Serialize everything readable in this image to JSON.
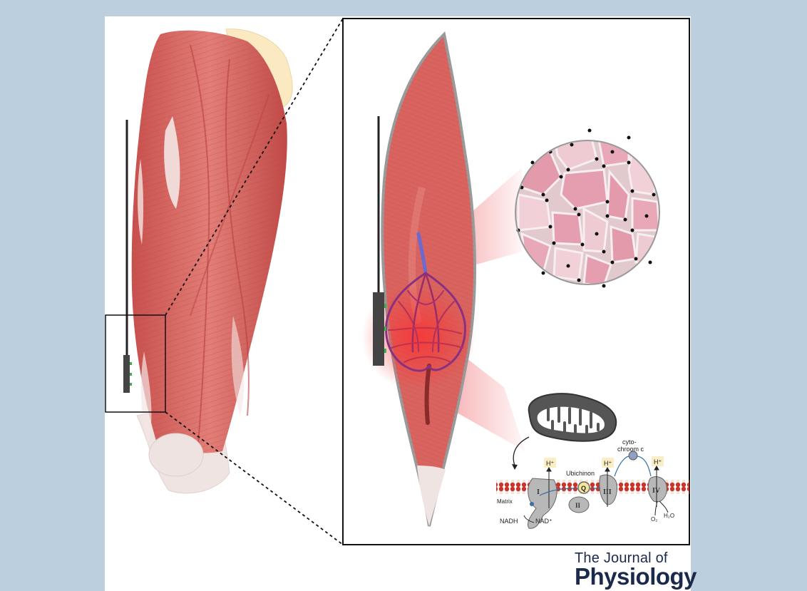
{
  "journal": {
    "line1": "The Journal of",
    "line2": "Physiology"
  },
  "etc_labels": {
    "hplus": "H⁺",
    "ubichinon": "Ubichinon",
    "q": "Q",
    "cyto1": "cyto-",
    "cyto2": "chroom c",
    "matrix": "Matrix",
    "nadh": "NADH",
    "nad": "NAD⁺",
    "o2": "O₂",
    "h2o": "H₂O",
    "complex_1": "I",
    "complex_2": "II",
    "complex_3": "III",
    "complex_4": "IV"
  },
  "icons": [
    "thigh-muscle-illustration",
    "muscle-closeup-illustration",
    "nirs-probe",
    "blood-vessel-tree",
    "muscle-fibre-cross-section",
    "mitochondrion-icon",
    "electron-transport-chain-diagram"
  ],
  "colors": {
    "background": "#bccfde",
    "muscle": "#d9645f",
    "tendon": "#efe4e2",
    "light_beam": "#e8262c",
    "fibre": "#e7a7b6",
    "journal_text": "#1b2a4a"
  }
}
